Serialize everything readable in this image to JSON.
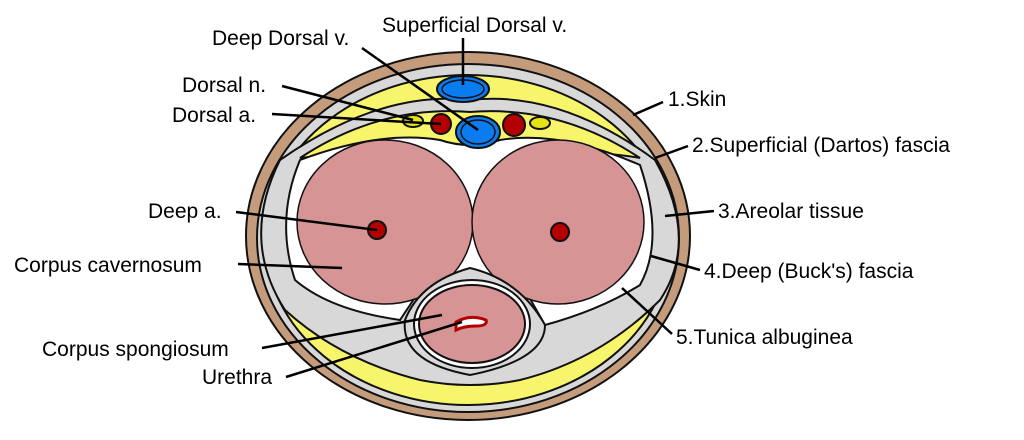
{
  "labels": {
    "superficial_dorsal_v": "Superficial Dorsal v.",
    "deep_dorsal_v": "Deep Dorsal v.",
    "dorsal_n": "Dorsal n.",
    "dorsal_a": "Dorsal a.",
    "deep_a": "Deep a.",
    "corpus_cavernosum": "Corpus cavernosum",
    "corpus_spongiosum": "Corpus spongiosum",
    "urethra": "Urethra",
    "skin": "1.Skin",
    "superficial_fascia": "2.Superficial (Dartos) fascia",
    "areolar_tissue": "3.Areolar tissue",
    "deep_fascia": "4.Deep (Buck's) fascia",
    "tunica_albuginea": "5.Tunica albuginea"
  },
  "colors": {
    "skin": "#c49c7c",
    "fascia": "#d8d8d8",
    "areolar": "#f7f56b",
    "tunica": "#ffffff",
    "erectile": "#d69495",
    "artery": "#b30000",
    "vein": "#0a7cf0",
    "nerve": "#e6e21a"
  }
}
